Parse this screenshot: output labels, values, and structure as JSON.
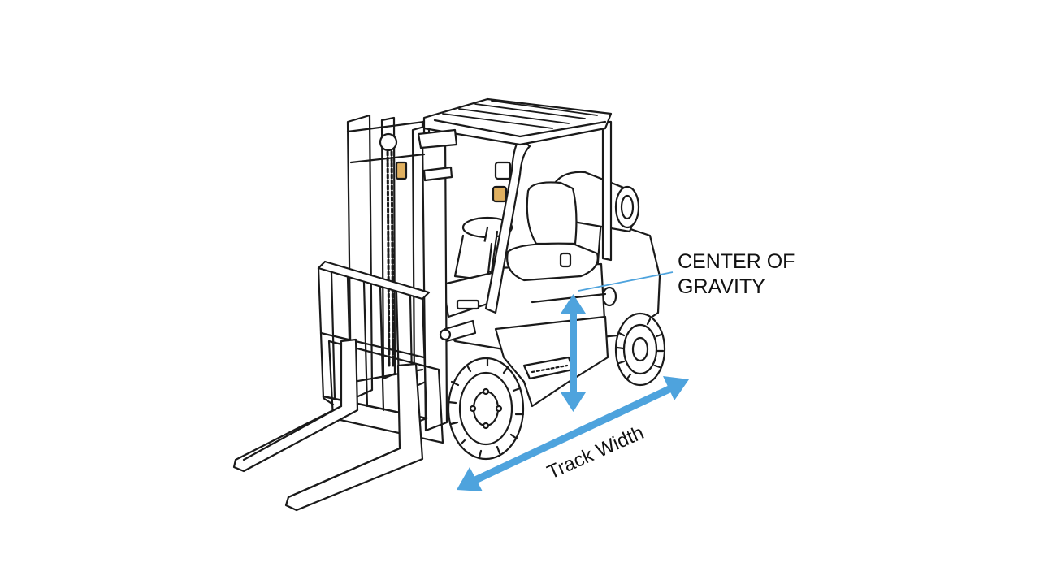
{
  "labels": {
    "center_of_gravity_line1": "CENTER OF",
    "center_of_gravity_line2": "GRAVITY",
    "track_width": "Track Width"
  },
  "colors": {
    "accent_arrow": "#4ea3dd",
    "line_art": "#1a1a1a",
    "amber_detail": "#e0b060"
  },
  "icons": {
    "main": "forklift-icon"
  }
}
